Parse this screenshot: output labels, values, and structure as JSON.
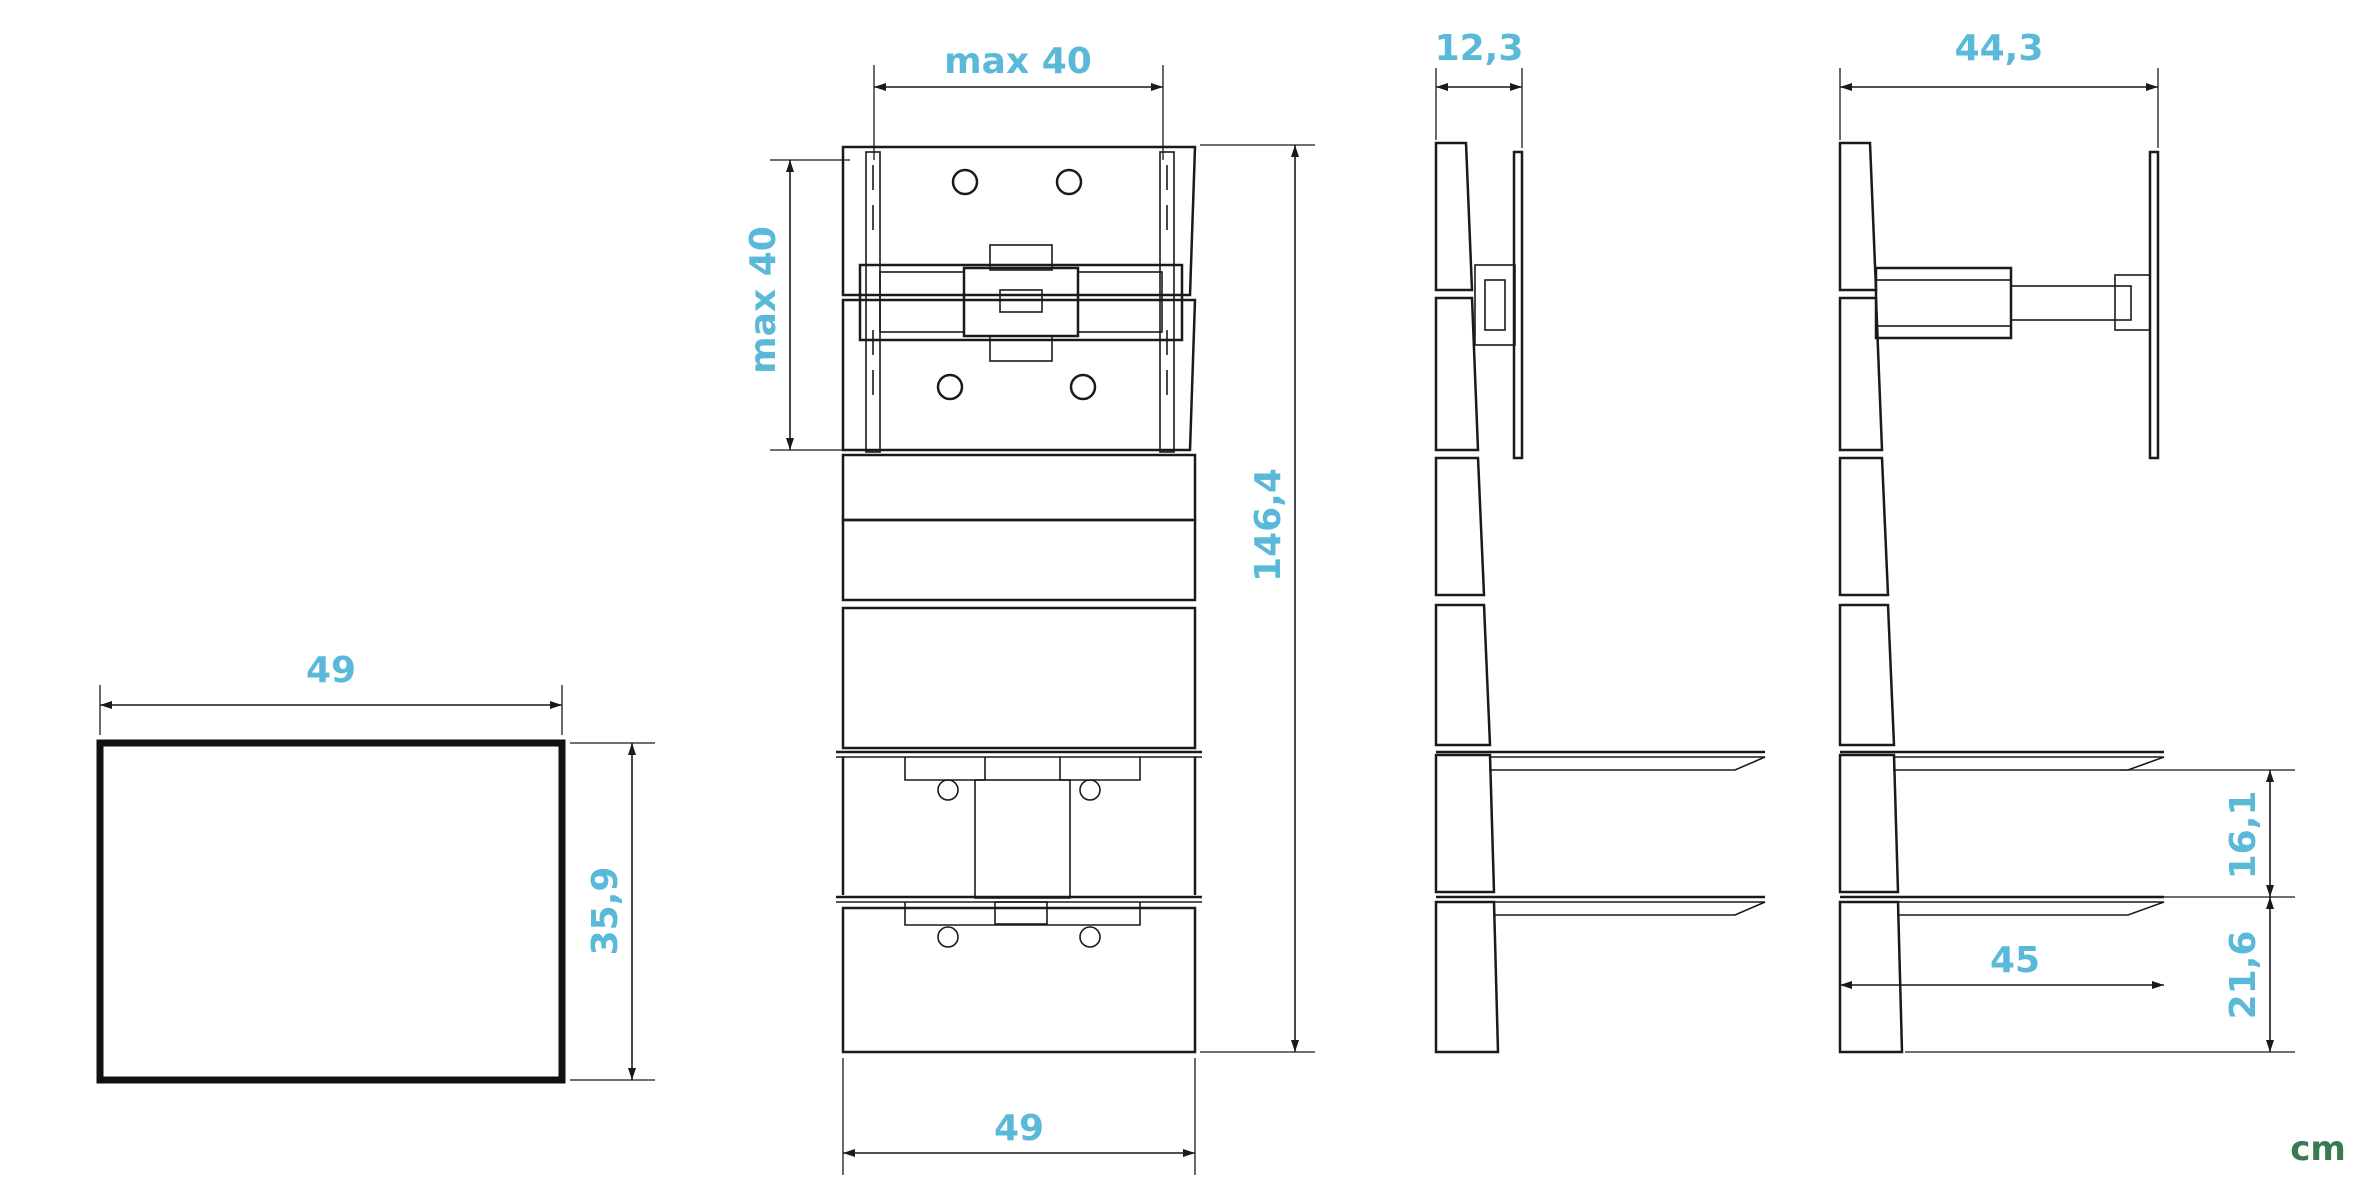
{
  "dimensions": {
    "top_view_width": "49",
    "top_view_depth": "35,9",
    "vesa_width": "max 40",
    "vesa_height": "max 40",
    "total_height": "146,4",
    "front_width": "49",
    "side_depth": "12,3",
    "side_extended_depth": "44,3",
    "shelf_spacing": "16,1",
    "shelf_bottom_height": "21,6",
    "shelf_depth": "45"
  },
  "unit": "cm",
  "colors": {
    "dimension_text": "#5ab9d8",
    "unit_text": "#3a7a52",
    "line": "#1a1a1a"
  }
}
